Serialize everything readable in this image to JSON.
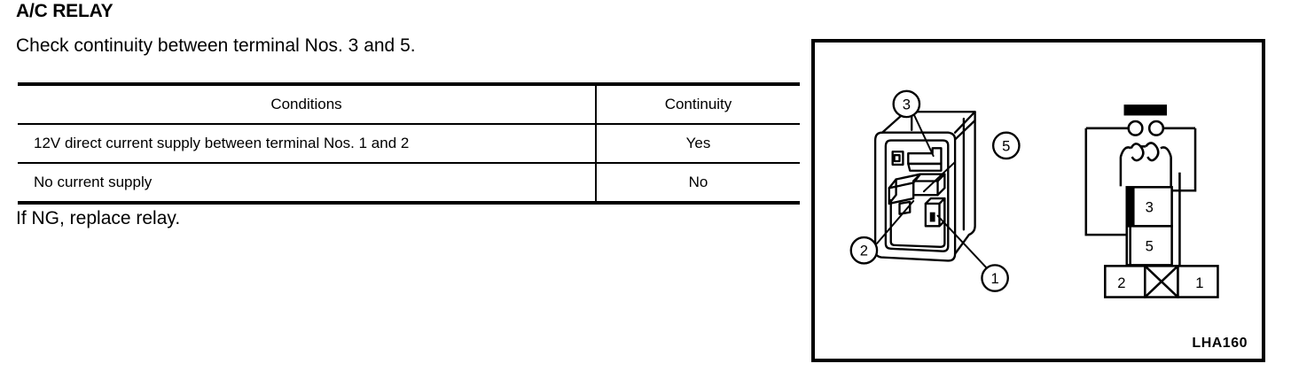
{
  "document": {
    "title": "A/C RELAY",
    "instruction": "Check continuity between terminal Nos. 3 and 5.",
    "closing_note": "If NG, replace relay."
  },
  "table": {
    "headers": [
      "Conditions",
      "Continuity"
    ],
    "rows": [
      {
        "condition": "12V direct current supply between terminal Nos. 1 and 2",
        "continuity": "Yes"
      },
      {
        "condition": "No current supply",
        "continuity": "No"
      }
    ]
  },
  "illustration": {
    "figure_code": "LHA160",
    "relay_photo_callouts": [
      {
        "label": "3"
      },
      {
        "label": "5"
      },
      {
        "label": "2"
      },
      {
        "label": "1"
      }
    ],
    "schematic": {
      "contact_labels": [
        "3",
        "5"
      ],
      "terminal_labels": [
        "2",
        "1"
      ],
      "crossed_cell": ""
    }
  },
  "colors": {
    "ink": "#000000",
    "paper": "#ffffff"
  }
}
